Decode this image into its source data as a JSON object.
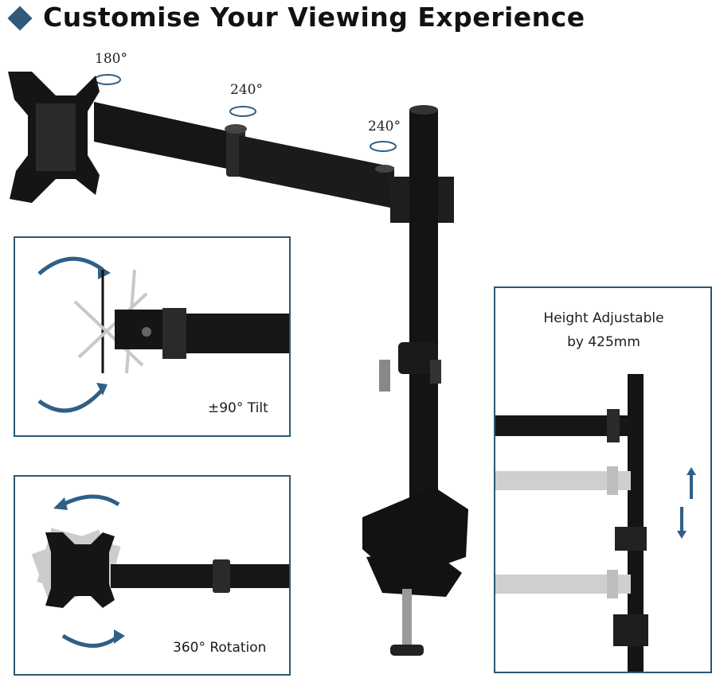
{
  "header": {
    "title": "Customise Your Viewing Experience",
    "accent_color": "#2f5a7c"
  },
  "rotations": {
    "vesa_rotation": "180°",
    "arm_joint_rotation": "240°",
    "pole_joint_rotation": "240°"
  },
  "panels": {
    "tilt": {
      "label": "±90° Tilt"
    },
    "rotation": {
      "label": "360° Rotation"
    },
    "height": {
      "label_line1": "Height Adjustable",
      "label_line2": "by 425mm"
    }
  },
  "colors": {
    "panel_border": "#2b5875",
    "arrow_blue": "#2f5f86",
    "metal_dark": "#141414"
  }
}
